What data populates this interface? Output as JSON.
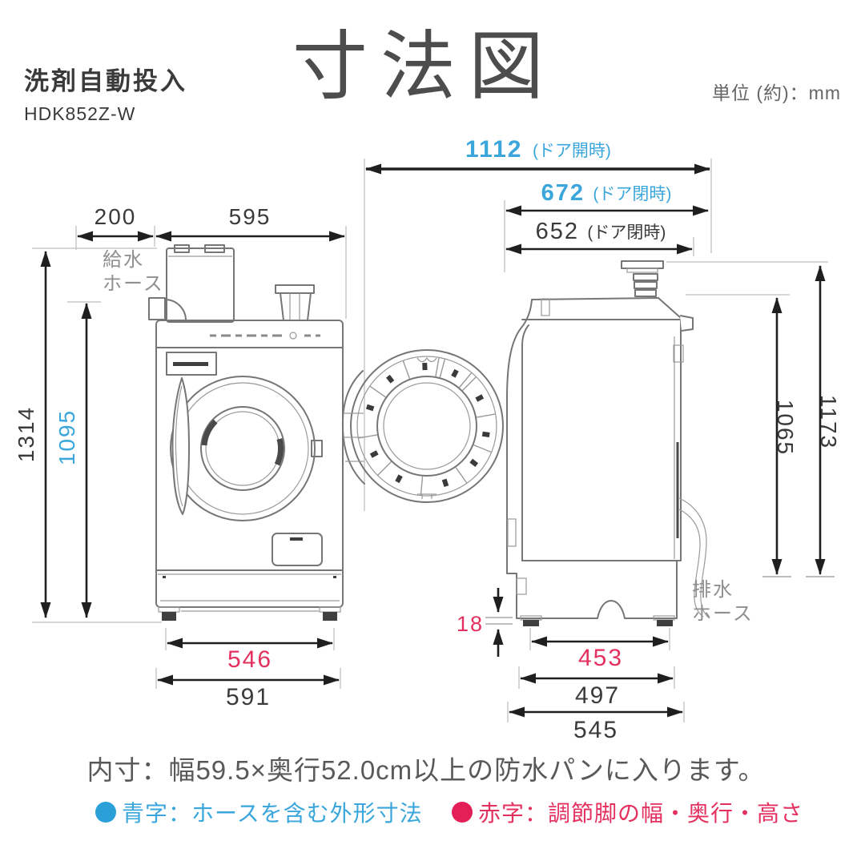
{
  "header": {
    "product_feature": "洗剤自動投入",
    "model_number": "HDK852Z-W",
    "title": "寸法図",
    "unit_note": "単位 (約)：mm"
  },
  "dimensions": {
    "front": {
      "hose_clearance": "200",
      "body_width_top": "595",
      "total_height": "1314",
      "body_height": "1095",
      "feet_width": "546",
      "body_width_bottom": "591"
    },
    "side": {
      "door_open_depth": "1112",
      "door_open_note": "(ドア開時)",
      "hose_depth": "672",
      "hose_depth_note": "(ドア閉時)",
      "body_depth_top": "652",
      "body_depth_note": "(ドア閉時)",
      "faucet_height": "1173",
      "body_height": "1065",
      "feet_height": "18",
      "feet_depth": "453",
      "base_depth": "497",
      "body_depth_bottom": "545"
    }
  },
  "labels": {
    "water_hose_line1": "給水",
    "water_hose_line2": "ホース",
    "drain_hose_line1": "排水",
    "drain_hose_line2": "ホース"
  },
  "notes": {
    "inner_size": "内寸：幅59.5×奥行52.0cm以上の防水パンに入ります。",
    "legend_blue": "青字：ホースを含む外形寸法",
    "legend_red": "赤字：調節脚の幅・奥行・高さ"
  },
  "colors": {
    "accent_blue": "#3aa6db",
    "accent_red": "#e4305f",
    "dimension_line": "#1f1f1f",
    "drawing_line": "#767676"
  }
}
